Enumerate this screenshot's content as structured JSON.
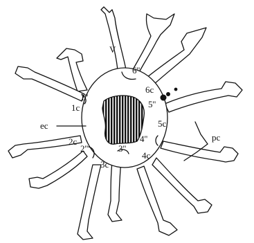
{
  "figure": {
    "labels": {
      "V": "V",
      "six_pp": "6''",
      "six_c": "6c",
      "one_pp": "1''",
      "one_c": "1c",
      "five_pp": "5''",
      "five_c": "5c",
      "ec": "ec",
      "four_pp": "4''",
      "four_c": "4c",
      "pc": "pc",
      "two_c": "2c",
      "two_pp": "2''",
      "three_pp": "3''",
      "three_c": "3c"
    }
  }
}
